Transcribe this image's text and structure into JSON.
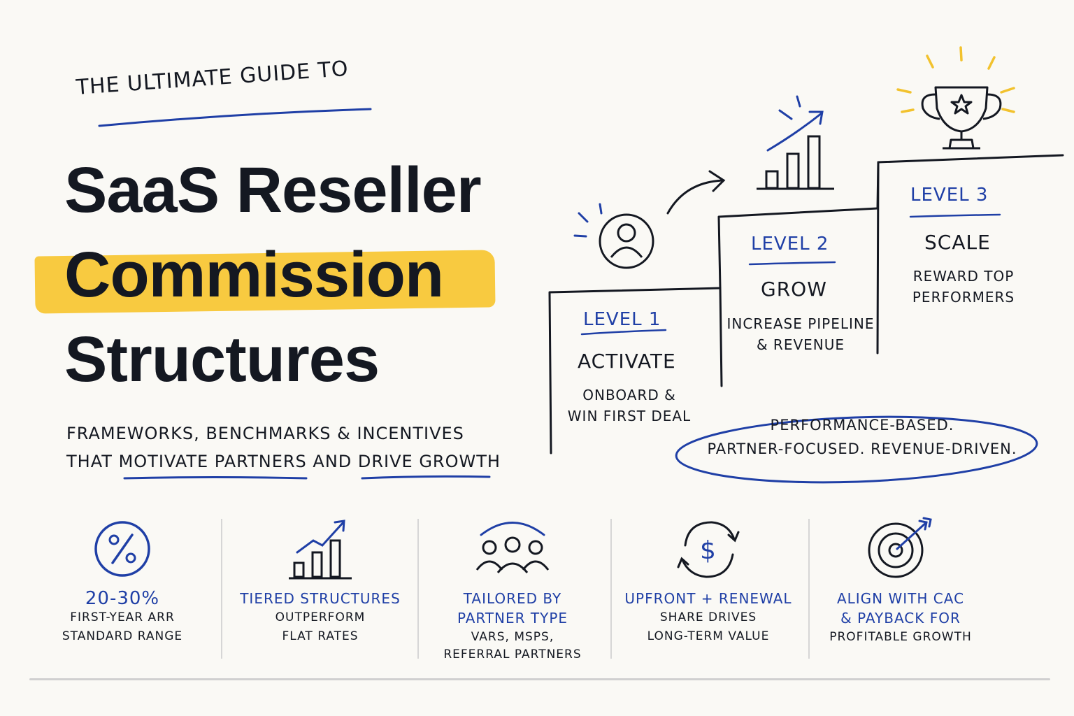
{
  "header": {
    "kicker": "THE ULTIMATE GUIDE TO",
    "title_line1": "SaaS Reseller",
    "title_line2": "Commission",
    "title_line3": "Structures",
    "subtitle_line1": "FRAMEWORKS, BENCHMARKS & INCENTIVES",
    "subtitle_line2_start": "THAT ",
    "subtitle_emph1": "MOTIVATE PARTNERS",
    "subtitle_mid": " AND ",
    "subtitle_emph2": "DRIVE GROWTH"
  },
  "levels": [
    {
      "label": "LEVEL 1",
      "name": "ACTIVATE",
      "desc1": "ONBOARD &",
      "desc2": "WIN FIRST DEAL"
    },
    {
      "label": "LEVEL 2",
      "name": "GROW",
      "desc1": "INCREASE PIPELINE",
      "desc2": "& REVENUE"
    },
    {
      "label": "LEVEL 3",
      "name": "SCALE",
      "desc1": "REWARD TOP",
      "desc2": "PERFORMERS"
    }
  ],
  "tagline": {
    "line1": "PERFORMANCE-BASED.",
    "line2": "PARTNER-FOCUSED. REVENUE-DRIVEN."
  },
  "stats": [
    {
      "icon": "percent-icon",
      "heading1": "20-30%",
      "heading2": "",
      "body1": "FIRST-YEAR ARR",
      "body2": "STANDARD RANGE"
    },
    {
      "icon": "growth-chart-icon",
      "heading1": "TIERED STRUCTURES",
      "heading2": "",
      "body1": "OUTPERFORM",
      "body2": "FLAT RATES"
    },
    {
      "icon": "partners-group-icon",
      "heading1": "TAILORED BY",
      "heading2": "PARTNER TYPE",
      "body1": "VARS, MSPS,",
      "body2": "REFERRAL PARTNERS"
    },
    {
      "icon": "dollar-cycle-icon",
      "heading1": "UPFRONT + RENEWAL",
      "heading2": "",
      "body1": "SHARE DRIVES",
      "body2": "LONG-TERM VALUE"
    },
    {
      "icon": "target-icon",
      "heading1": "ALIGN WITH CAC",
      "heading2": "& PAYBACK FOR",
      "body1": "PROFITABLE GROWTH",
      "body2": ""
    }
  ],
  "colors": {
    "accent_blue": "#1f3fa6",
    "highlight_yellow": "#f7c530",
    "ink": "#141821",
    "background": "#faf9f5"
  }
}
